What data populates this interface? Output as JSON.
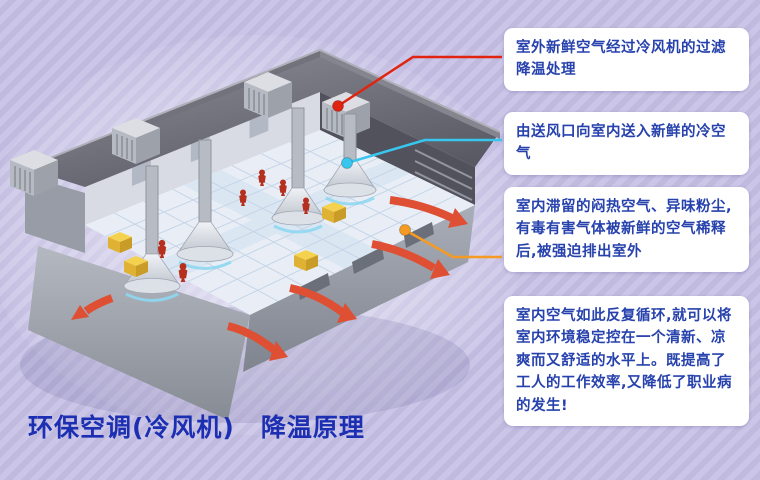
{
  "title": "环保空调(冷风机)　降温原理",
  "callouts": [
    {
      "text": "室外新鲜空气经过冷风机的过滤降温处理",
      "connector_color": "#e02410",
      "points_to": "rooftop-cooling-unit"
    },
    {
      "text": "由送风口向室内送入新鲜的冷空气",
      "connector_color": "#38c6ef",
      "points_to": "supply-air-diffuser"
    },
    {
      "text": "室内滞留的闷热空气、异味粉尘,有毒有害气体被新鲜的空气稀释后,被强迫排出室外",
      "connector_color": "#f59b23",
      "points_to": "exhaust-outlet"
    },
    {
      "text": "室内空气如此反复循环,就可以将室内环境稳定控在一个清新、凉爽而又舒适的水平上。既提高了工人的工作效率,又降低了职业病的发生!",
      "connector_color": null,
      "points_to": null
    }
  ],
  "diagram": {
    "description": "isometric cutaway of a factory building cooled by rooftop evaporative coolers",
    "elements": [
      "rooftop-cooling-units",
      "supply-ducts",
      "cone-air-diffusers",
      "workers",
      "machines",
      "exhaust-air-arrows",
      "floor-grid"
    ]
  },
  "colors": {
    "background_base": "#cbc6e7",
    "background_stripe": "#c0badf",
    "callout_bg": "#ffffff",
    "callout_text": "#2742ad",
    "title_color": "#1c2fb2",
    "connector_red": "#e02410",
    "connector_cyan": "#38c6ef",
    "connector_orange": "#f59b23",
    "exhaust_arrow_red": "#df4f33",
    "machine_yellow": "#f4d24f"
  }
}
